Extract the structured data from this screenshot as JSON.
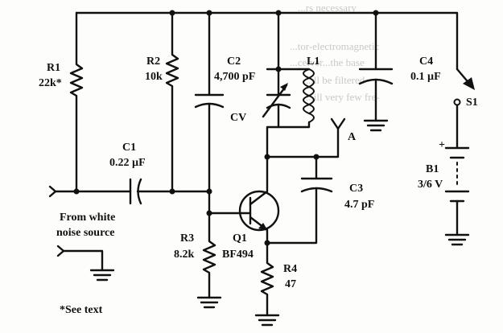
{
  "components": {
    "r1": {
      "name": "R1",
      "value": "22k*"
    },
    "r2": {
      "name": "R2",
      "value": "10k"
    },
    "r3": {
      "name": "R3",
      "value": "8.2k"
    },
    "r4": {
      "name": "R4",
      "value": "47"
    },
    "c1": {
      "name": "C1",
      "value": "0.22 µF"
    },
    "c2": {
      "name": "C2",
      "value": "4,700 pF"
    },
    "c3": {
      "name": "C3",
      "value": "4.7 pF"
    },
    "c4": {
      "name": "C4",
      "value": "0.1 µF"
    },
    "cv": {
      "name": "CV"
    },
    "l1": {
      "name": "L1"
    },
    "q1": {
      "name": "Q1",
      "value": "BF494"
    },
    "b1": {
      "name": "B1",
      "value": "3/6 V",
      "polarity": "+"
    },
    "s1": {
      "name": "S1"
    },
    "antenna": {
      "name": "A"
    }
  },
  "labels": {
    "input_line1": "From white",
    "input_line2": "noise source",
    "footnote": "*See text"
  },
  "bleed_text": [
    "...rs necessary",
    "...tor-electromagnetic",
    "...ceiver...the base",
    "...ll be filtered",
    "...ill very few fre-"
  ]
}
